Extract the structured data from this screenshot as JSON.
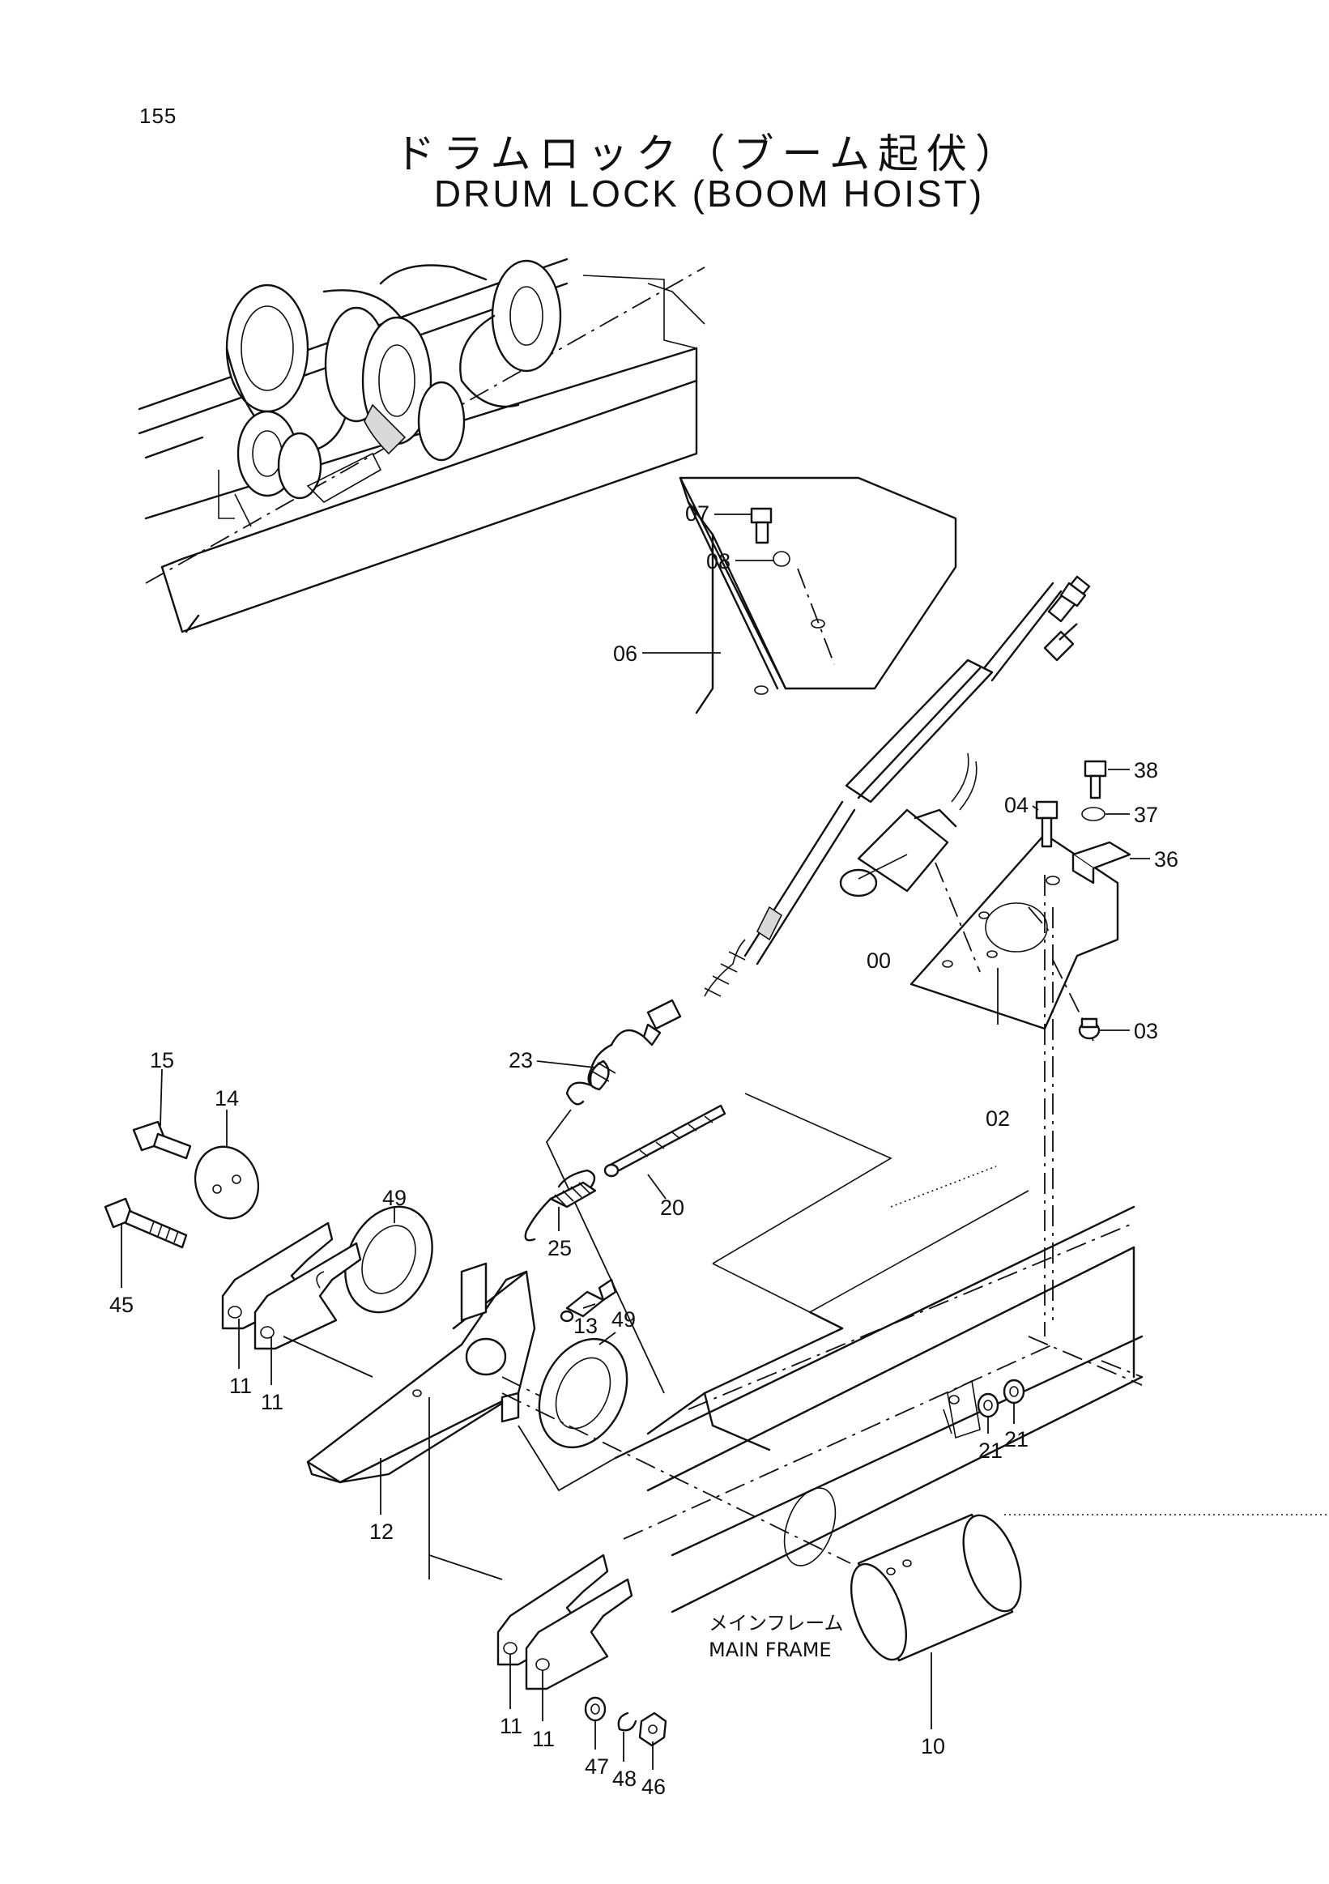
{
  "page_number": "155",
  "title_jp": "ドラムロック（ブーム起伏）",
  "title_en": "DRUM LOCK (BOOM HOIST)",
  "frame_label_jp": "メインフレーム",
  "frame_label_en": "MAIN FRAME",
  "callouts": {
    "c07": "07",
    "c08": "08",
    "c06": "06",
    "c38": "38",
    "c04": "04",
    "c37": "37",
    "c36": "36",
    "c00": "00",
    "c03": "03",
    "c02": "02",
    "c15": "15",
    "c14": "14",
    "c23": "23",
    "c20": "20",
    "c49a": "49",
    "c25": "25",
    "c45": "45",
    "c13": "13",
    "c49b": "49",
    "c11a": "11",
    "c11b": "11",
    "c12": "12",
    "c21a": "21",
    "c21b": "21",
    "c11c": "11",
    "c11d": "11",
    "c47": "47",
    "c48": "48",
    "c46": "46",
    "c10": "10"
  }
}
